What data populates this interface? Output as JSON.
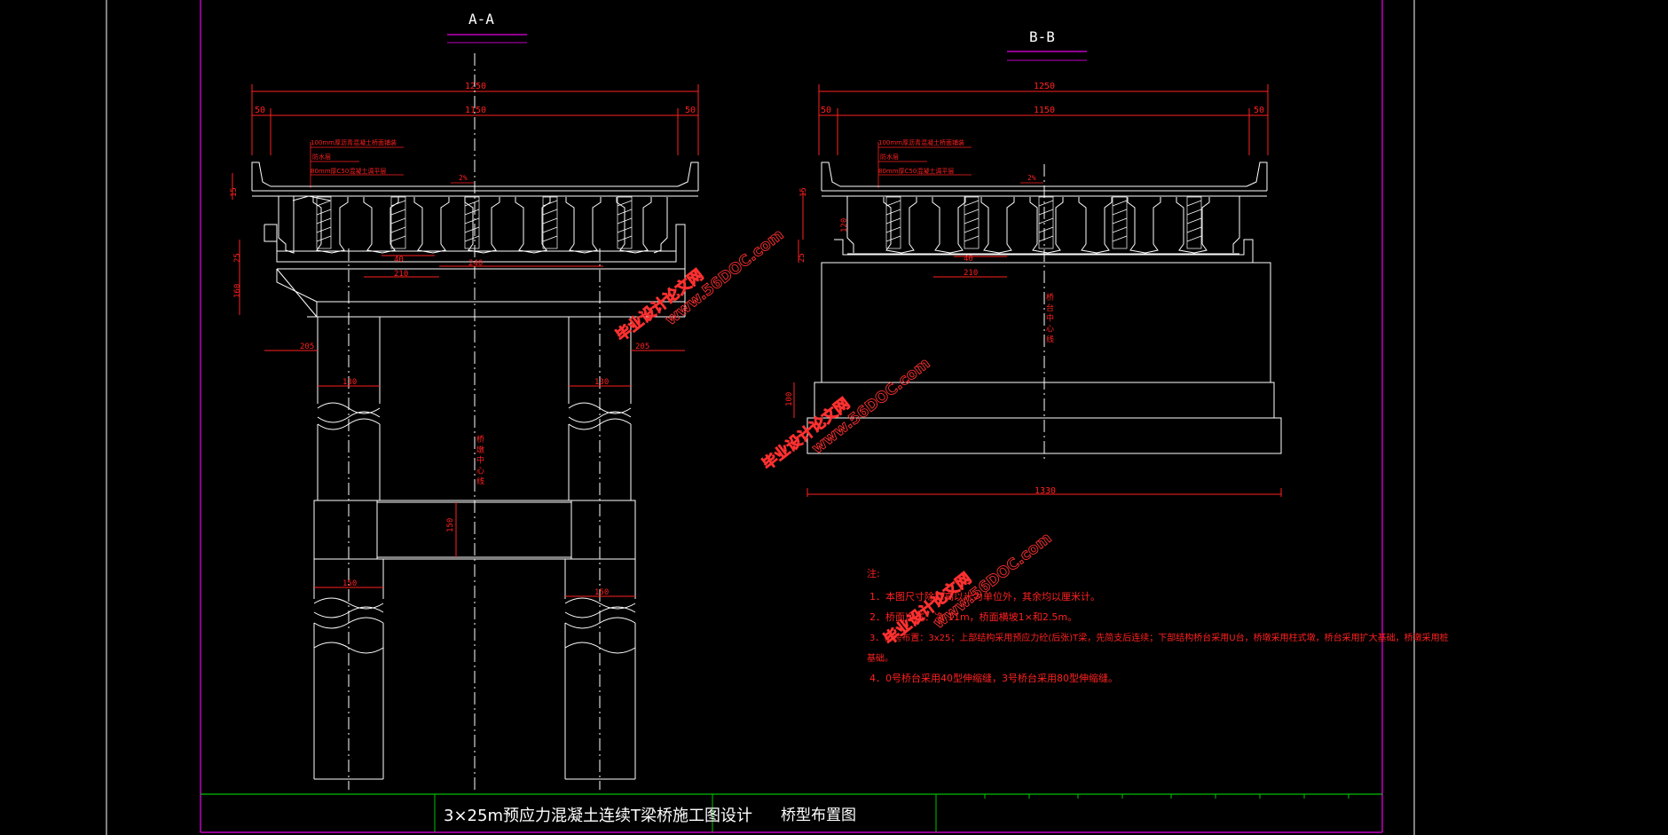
{
  "colors": {
    "background": "#000000",
    "frame": "#c000c0",
    "line": "#ffffff",
    "dimension": "#ff2020",
    "title_block": "#00c000",
    "watermark": "#ff3030"
  },
  "section_aa": {
    "title": "A-A",
    "dims": {
      "total": "1250",
      "deck": "1150",
      "left_edge": "50",
      "right_edge": "50",
      "slope": "2%",
      "spacing_40": "40",
      "spacing_210": "210",
      "spacing_240": "240",
      "cap_left": "205",
      "cap_right": "205",
      "col_top_left": "130",
      "col_top_right": "130",
      "col_low_left": "150",
      "col_low_right": "150",
      "tie_beam": "150",
      "v_a": "25",
      "v_b": "160",
      "v_c": "15"
    },
    "layers": [
      "100mm厚沥青混凝土桥面铺装",
      "防水层",
      "80mm厚C50混凝土调平层"
    ],
    "axis_label": "桥\n墩\n中\n心\n线"
  },
  "section_bb": {
    "title": "B-B",
    "dims": {
      "total": "1250",
      "deck": "1150",
      "left_edge": "50",
      "right_edge": "50",
      "slope": "2%",
      "spacing_40": "40",
      "spacing_210": "210",
      "footing": "1330",
      "v_a": "25",
      "v_b": "120",
      "v_c": "15",
      "v_d": "100"
    },
    "layers": [
      "100mm厚沥青混凝土桥面铺装",
      "防水层",
      "80mm厚C50混凝土调平层"
    ],
    "axis_label": "桥\n台\n中\n心\n线"
  },
  "notes": {
    "heading": "注:",
    "items": [
      "1．本图尺寸除标高以米为单位外，其余均以厘米计。",
      "2．桥面净宽：净-11m，桥面横坡1×和2.5m。",
      "3．桥跨布置：3x25；上部结构采用预应力砼(后张)T梁，先简支后连续；下部结构桥台采用U台，桥墩采用柱式墩，桥台采用扩大基础，桥墩采用桩",
      "基础。",
      "4．0号桥台采用40型伸缩缝，3号桥台采用80型伸缩缝。"
    ]
  },
  "watermarks": [
    {
      "line1": "毕业设计论文网",
      "line2": "www.56DOC.com"
    },
    {
      "line1": "毕业设计论文网",
      "line2": "www.56DOC.com"
    },
    {
      "line1": "毕业设计论文网",
      "line2": "www.56DOC.com"
    }
  ],
  "title_block": {
    "project": "3×25m预应力混凝土连续T梁桥施工图设计",
    "drawing": "桥型布置图"
  }
}
